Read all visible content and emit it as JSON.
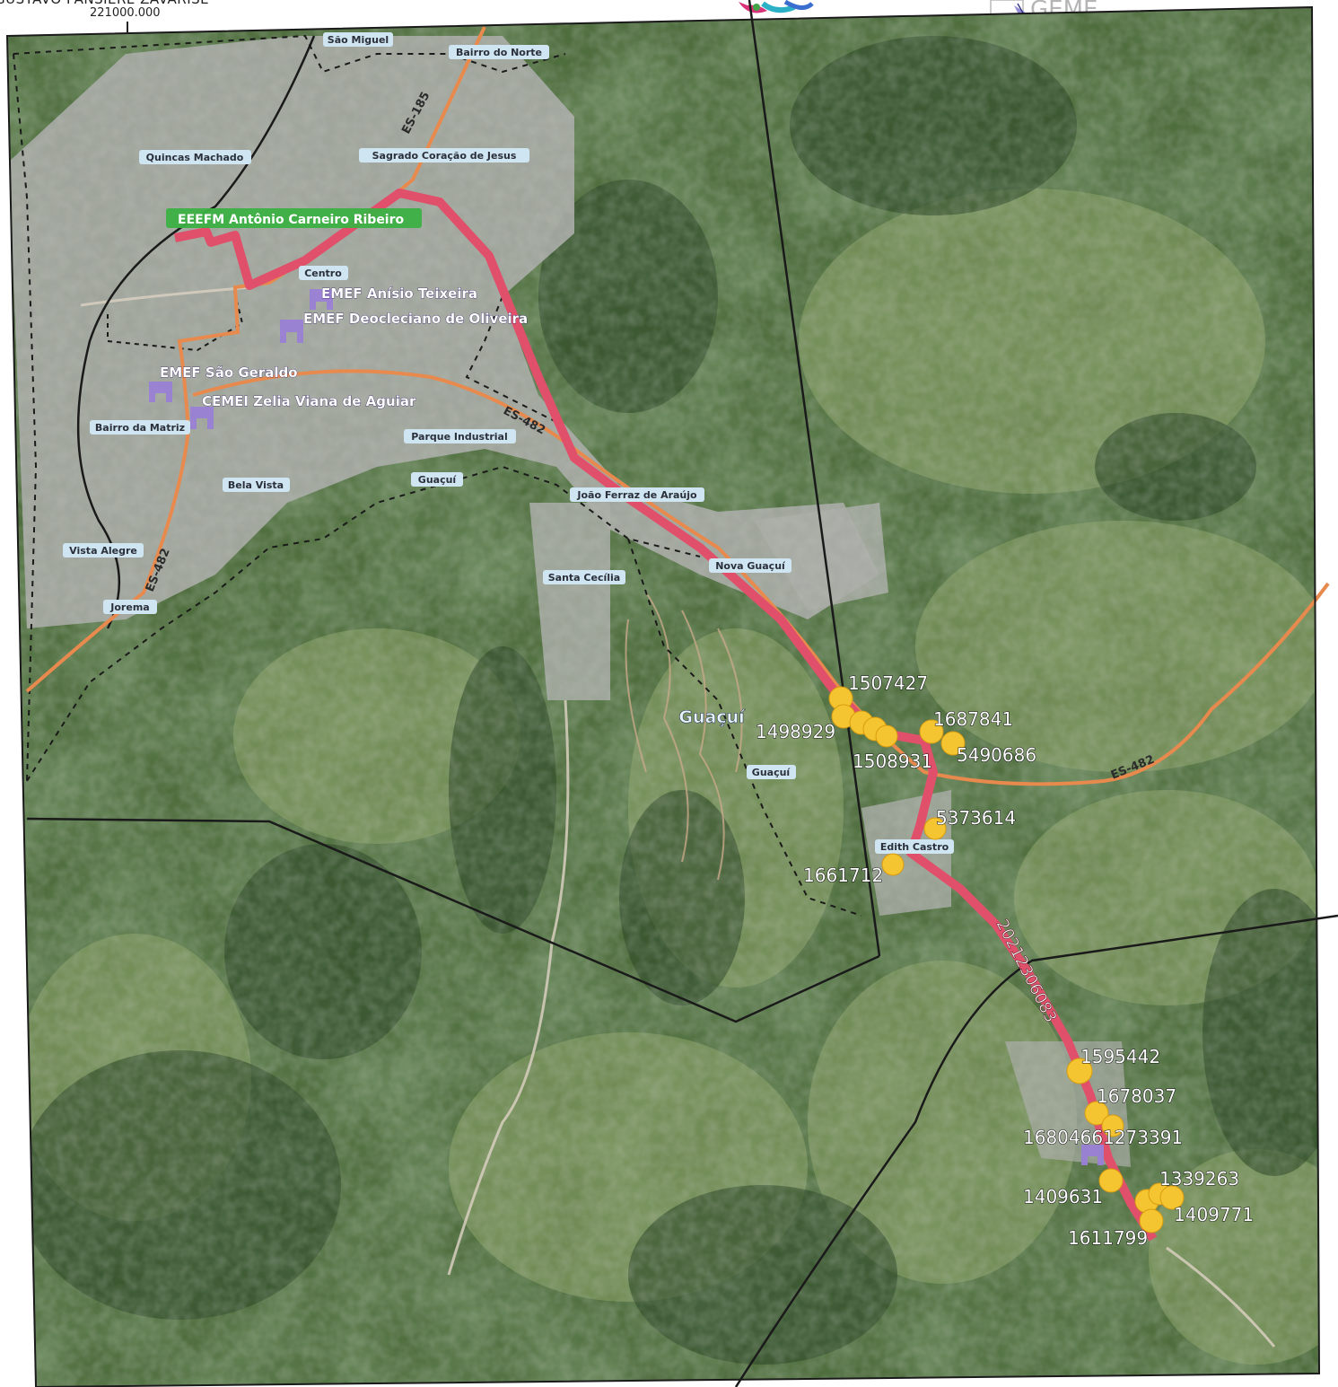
{
  "header": {
    "author_text": "GUSTAVO PANSIERE ZAVARISE",
    "coordinate_label": "221000.000",
    "right_logo_text": "GEME"
  },
  "colors": {
    "terrain_dark": "#2f4a2a",
    "terrain_mid": "#4f6e3e",
    "terrain_light": "#8ea46a",
    "urban": "#a9aba6",
    "route_red": "#e0506a",
    "road_orange": "#e8894d",
    "boundary_black": "#1a1a1a",
    "school_green": "#3cb043",
    "school_purple": "#9a7fd6",
    "point_yellow": "#f4c530",
    "place_label_bg": "#cfe6f2"
  },
  "neighborhood_labels": [
    "São Miguel",
    "Bairro do Norte",
    "Quincas Machado",
    "Sagrado Coração de Jesus",
    "Centro",
    "Bairro da Matriz",
    "Parque Industrial",
    "Guaçuí",
    "Bela Vista",
    "João Ferraz de Araújo",
    "Vista Alegre",
    "Nova Guaçuí",
    "Santa Cecília",
    "Jorema",
    "Guaçuí",
    "Edith Castro"
  ],
  "road_labels": [
    "ES-185",
    "ES-482",
    "ES-482",
    "ES-482"
  ],
  "schools": [
    {
      "label": "EEEFM Antônio Carneiro Ribeiro",
      "type": "green"
    },
    {
      "label": "EMEF Anísio Teixeira",
      "type": "purple"
    },
    {
      "label": "EMEF Deocleciano de Oliveira",
      "type": "purple"
    },
    {
      "label": "EMEF São Geraldo",
      "type": "purple"
    },
    {
      "label": "CEMEI Zelia Viana de Aguiar",
      "type": "purple"
    }
  ],
  "municipality_label": "Guaçuí",
  "route_id_label": "20212306083",
  "point_labels": [
    "1507427",
    "1498929",
    "1687841",
    "1508931",
    "5490686",
    "5373614",
    "1661712",
    "1595442",
    "1678037",
    "16804661273391",
    "1339263",
    "1409631",
    "1409771",
    "1611799"
  ]
}
